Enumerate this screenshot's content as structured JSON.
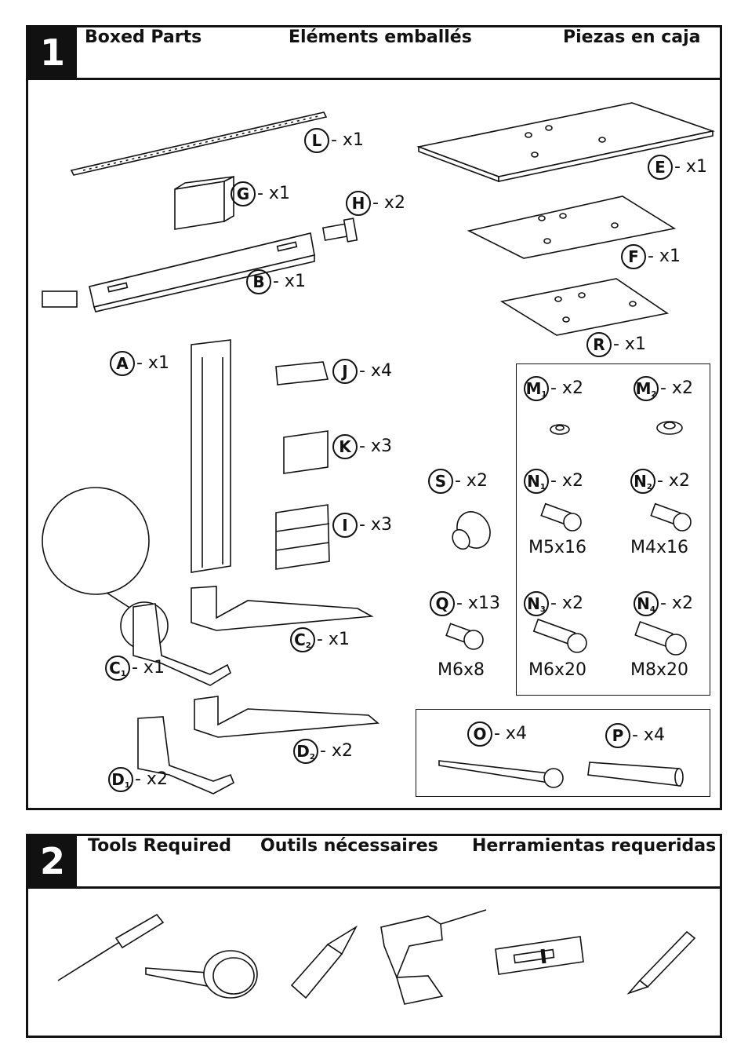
{
  "section1": {
    "number": "1",
    "titles": [
      "Boxed Parts",
      "Eléments emballés",
      "Piezas en caja"
    ],
    "parts": [
      {
        "letter": "L",
        "sub": "",
        "qty": "- x1"
      },
      {
        "letter": "E",
        "sub": "",
        "qty": "- x1"
      },
      {
        "letter": "G",
        "sub": "",
        "qty": "- x1"
      },
      {
        "letter": "H",
        "sub": "",
        "qty": "- x2"
      },
      {
        "letter": "B",
        "sub": "",
        "qty": "- x1"
      },
      {
        "letter": "F",
        "sub": "",
        "qty": "- x1"
      },
      {
        "letter": "R",
        "sub": "",
        "qty": "- x1"
      },
      {
        "letter": "A",
        "sub": "",
        "qty": "- x1"
      },
      {
        "letter": "J",
        "sub": "",
        "qty": "- x4"
      },
      {
        "letter": "K",
        "sub": "",
        "qty": "- x3"
      },
      {
        "letter": "I",
        "sub": "",
        "qty": "- x3"
      },
      {
        "letter": "S",
        "sub": "",
        "qty": "- x2"
      },
      {
        "letter": "M",
        "sub": "1",
        "qty": "- x2"
      },
      {
        "letter": "M",
        "sub": "2",
        "qty": "- x2"
      },
      {
        "letter": "N",
        "sub": "1",
        "qty": "- x2"
      },
      {
        "letter": "N",
        "sub": "2",
        "qty": "- x2"
      },
      {
        "letter": "Q",
        "sub": "",
        "qty": "- x13"
      },
      {
        "letter": "N",
        "sub": "3",
        "qty": "- x2"
      },
      {
        "letter": "N",
        "sub": "4",
        "qty": "- x2"
      },
      {
        "letter": "C",
        "sub": "2",
        "qty": "- x1"
      },
      {
        "letter": "C",
        "sub": "1",
        "qty": "- x1"
      },
      {
        "letter": "D",
        "sub": "2",
        "qty": "- x2"
      },
      {
        "letter": "D",
        "sub": "1",
        "qty": "- x2"
      },
      {
        "letter": "O",
        "sub": "",
        "qty": "- x4"
      },
      {
        "letter": "P",
        "sub": "",
        "qty": "- x4"
      }
    ],
    "sizes": [
      "M5x16",
      "M4x16",
      "M6x8",
      "M6x20",
      "M8x20"
    ]
  },
  "section2": {
    "number": "2",
    "titles": [
      "Tools Required",
      "Outils nécessaires",
      "Herramientas requeridas"
    ],
    "tools": [
      "screwdriver-icon",
      "tape-measure-icon",
      "utility-knife-icon",
      "drill-icon",
      "spirit-level-icon",
      "pencil-icon"
    ]
  }
}
